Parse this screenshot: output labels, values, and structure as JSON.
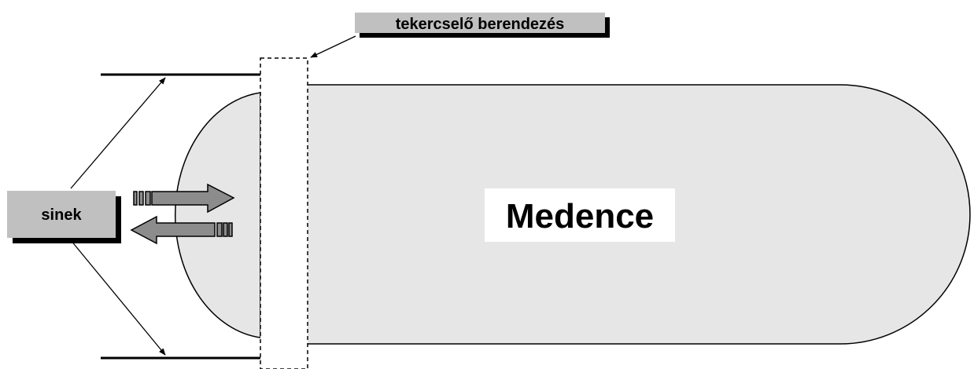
{
  "labels": {
    "pool": "Medence",
    "rails": "sinek",
    "winder": "tekercselő berendezés"
  },
  "colors": {
    "pool_fill": "#e6e6e6",
    "label_box_fill": "#c0c0c0",
    "label_shadow": "#000000",
    "arrow_fill": "#8c8c8c",
    "outline": "#000000"
  }
}
